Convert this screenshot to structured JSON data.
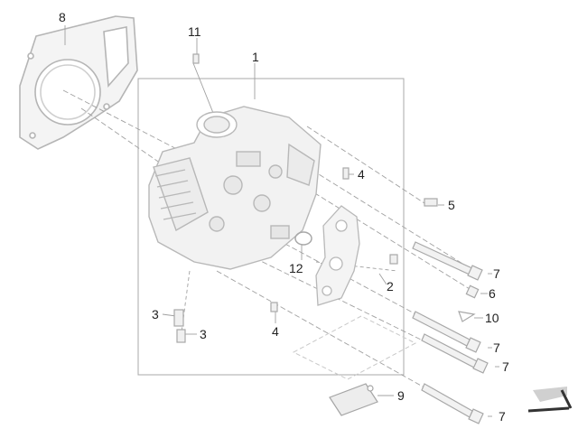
{
  "diagram": {
    "callouts": [
      {
        "key": "c8",
        "label": "8"
      },
      {
        "key": "c11",
        "label": "11"
      },
      {
        "key": "c1",
        "label": "1"
      },
      {
        "key": "c4a",
        "label": "4"
      },
      {
        "key": "c5",
        "label": "5"
      },
      {
        "key": "c7a",
        "label": "7"
      },
      {
        "key": "c12",
        "label": "12"
      },
      {
        "key": "c6",
        "label": "6"
      },
      {
        "key": "c2",
        "label": "2"
      },
      {
        "key": "c10",
        "label": "10"
      },
      {
        "key": "c3a",
        "label": "3"
      },
      {
        "key": "c3b",
        "label": "3"
      },
      {
        "key": "c4b",
        "label": "4"
      },
      {
        "key": "c7b",
        "label": "7"
      },
      {
        "key": "c7c",
        "label": "7"
      },
      {
        "key": "c9",
        "label": "9"
      },
      {
        "key": "c7d",
        "label": "7"
      }
    ],
    "colors": {
      "line": "#9a9a9a",
      "part": "#bdbdbd",
      "part_fill": "#f3f3f3",
      "text": "#222222",
      "arrow": "#333333"
    }
  }
}
